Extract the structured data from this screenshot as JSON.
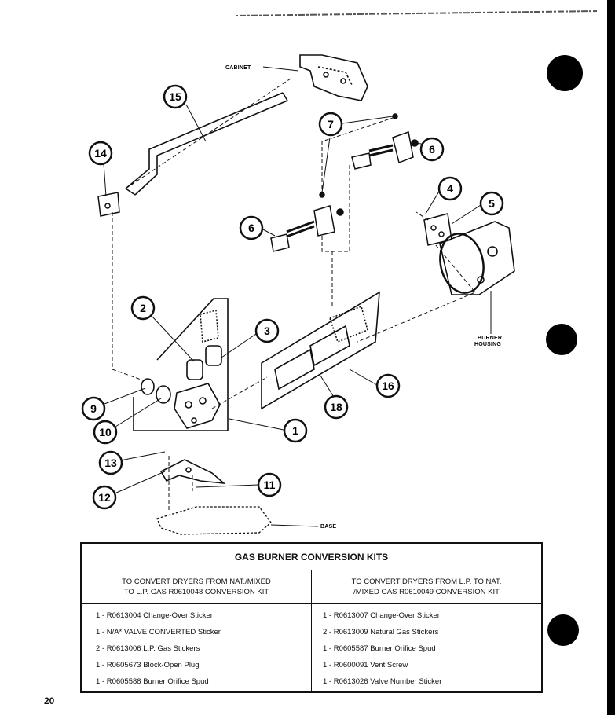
{
  "diagram": {
    "labels": {
      "cabinet": "CABINET",
      "burner_housing_1": "BURNER",
      "burner_housing_2": "HOUSING",
      "base": "BASE"
    },
    "callouts": [
      "15",
      "14",
      "7",
      "6",
      "6",
      "4",
      "5",
      "2",
      "3",
      "9",
      "10",
      "1",
      "18",
      "16",
      "13",
      "12",
      "11"
    ]
  },
  "kit_table": {
    "title": "GAS BURNER CONVERSION KITS",
    "left": {
      "header_line1": "TO CONVERT DRYERS FROM  NAT./MIXED",
      "header_line2": "TO L.P. GAS R0610048 CONVERSION KIT",
      "items": [
        "1 -   R0613004  Change-Over Sticker",
        "1 -   N/A* VALVE CONVERTED Sticker",
        "2 -   R0613006  L.P. Gas Stickers",
        "1 -   R0605673  Block-Open Plug",
        "1 -   R0605588 Burner Orifice Spud"
      ]
    },
    "right": {
      "header_line1": "TO CONVERT DRYERS FROM L.P. TO NAT.",
      "header_line2": "/MIXED GAS R0610049 CONVERSION KIT",
      "items": [
        "1 -   R0613007 Change-Over Sticker",
        "2 -   R0613009 Natural Gas Stickers",
        "1 -   R0605587 Burner Orifice Spud",
        "1 -   R0600091 Vent Screw",
        "1 -   R0613026 Valve Number Sticker"
      ]
    }
  },
  "page_number": "20"
}
